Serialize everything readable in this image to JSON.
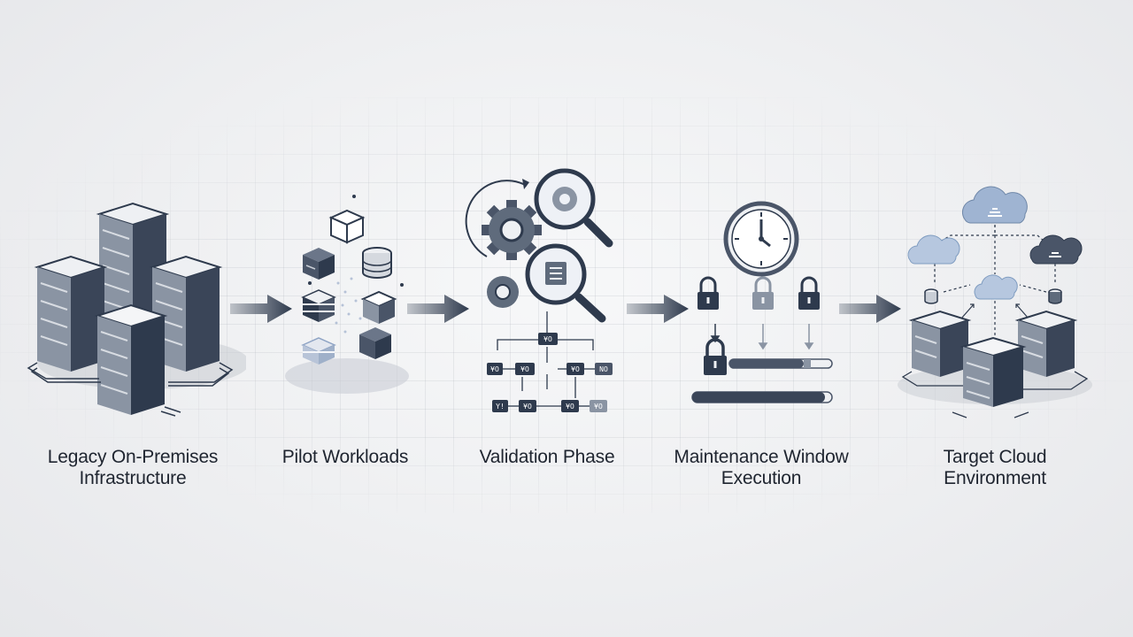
{
  "stages": [
    {
      "label": "Legacy On-Premises\nInfrastructure",
      "icon": "server-rack-icon"
    },
    {
      "label": "Pilot Workloads",
      "icon": "cubes-icon"
    },
    {
      "label": "Validation Phase",
      "icon": "gear-magnifier-icon"
    },
    {
      "label": "Maintenance Window\nExecution",
      "icon": "clock-lock-icon"
    },
    {
      "label": "Target Cloud\nEnvironment",
      "icon": "cloud-server-icon"
    }
  ],
  "validation_nodes": [
    "¥O",
    "¥O",
    "¥O",
    "¥O",
    "NO",
    "Y!",
    "¥O",
    "¥O",
    "¥O"
  ],
  "colors": {
    "dark": "#2e3a4d",
    "mid": "#5f6b7c",
    "light": "#c9ced6",
    "accent": "#7f9cc0",
    "text": "#1f2530"
  }
}
